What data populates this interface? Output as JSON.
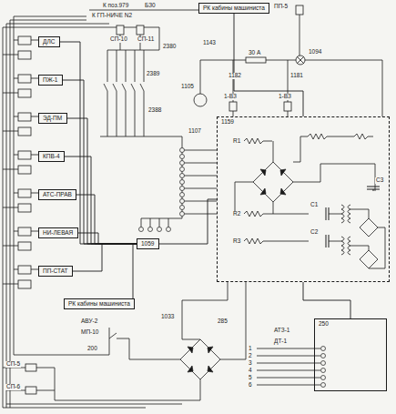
{
  "diagram": {
    "nodes": [
      {
        "text": [
          "РК кабины машиниста"
        ]
      },
      {
        "text": [
          "ДЛС"
        ]
      },
      {
        "text": [
          "ПЖ-1"
        ]
      },
      {
        "text": [
          "ЭД-ПМ"
        ]
      },
      {
        "text": [
          "КПВ-4"
        ]
      },
      {
        "text": [
          "АТС-ПРАВ"
        ]
      },
      {
        "text": [
          "НИ-ЛЕВАЯ"
        ]
      },
      {
        "text": [
          "ПП-СТАТ"
        ]
      },
      {
        "text": [
          "1059"
        ]
      },
      {
        "text": [
          "1159"
        ]
      },
      {
        "text": [
          "РК кабины машиниста"
        ]
      },
      {
        "text": [
          "250"
        ]
      }
    ],
    "edges": [
      {
        "from": 1,
        "to": 8,
        "arrow": "none"
      },
      {
        "from": 2,
        "to": 8,
        "arrow": "none"
      },
      {
        "from": 3,
        "to": 8,
        "arrow": "none"
      },
      {
        "from": 4,
        "to": 8,
        "arrow": "none"
      },
      {
        "from": 5,
        "to": 8,
        "arrow": "none"
      },
      {
        "from": 6,
        "to": 8,
        "arrow": "none"
      },
      {
        "from": 7,
        "to": 8,
        "arrow": "none"
      },
      {
        "from": 0,
        "to": 9,
        "arrow": "none"
      },
      {
        "from": 8,
        "to": 9,
        "arrow": "none"
      },
      {
        "from": 10,
        "to": 8,
        "arrow": "none"
      },
      {
        "from": 9,
        "to": 11,
        "arrow": "none"
      }
    ],
    "labels": [
      "К поз.979",
      "К ГП-НИЧЕ N2",
      "БЗ0",
      "ПП-5",
      "СП-10",
      "СП-11",
      "2380",
      "2389",
      "2388",
      "1143",
      "30 А",
      "1094",
      "1105",
      "1-ВЗ",
      "1-ВЗ",
      "1182",
      "1181",
      "1107",
      "R1",
      "R2",
      "R3",
      "C1",
      "C2",
      "C3",
      "1033",
      "285",
      "АВУ-2",
      "МП-10",
      "200",
      "АТЗ-1",
      "ДТ-1",
      "1",
      "2",
      "3",
      "4",
      "5",
      "6",
      "СП-5",
      "СП-6"
    ]
  }
}
